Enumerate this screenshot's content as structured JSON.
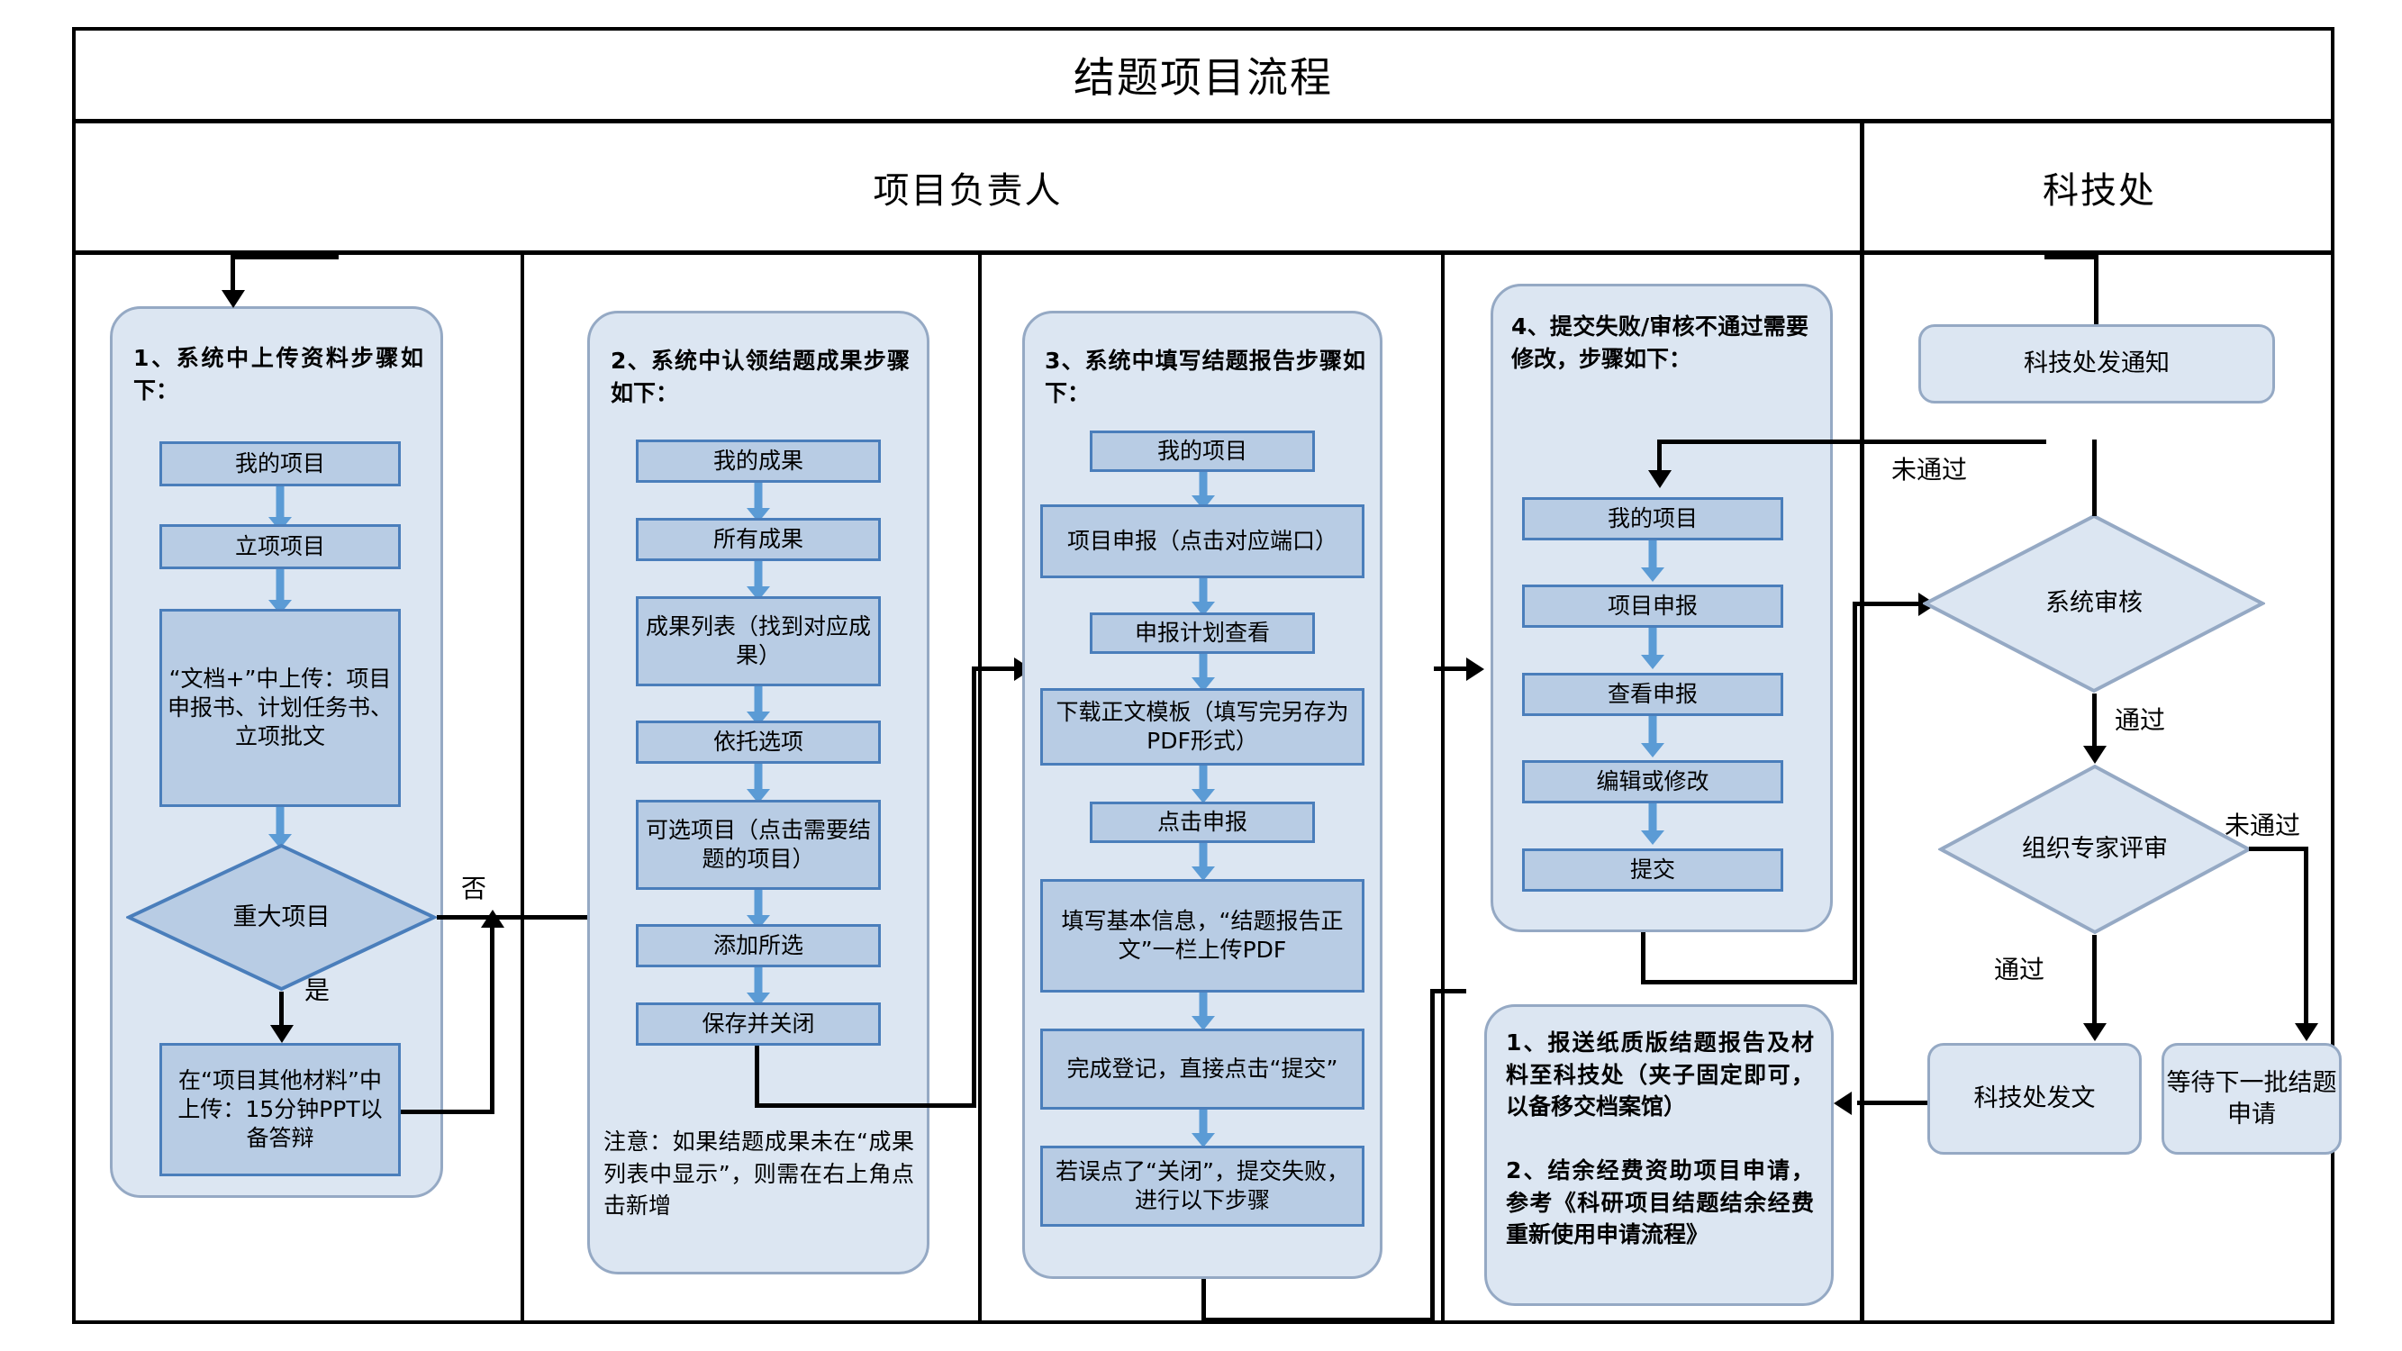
{
  "title": "结题项目流程",
  "lanes": [
    {
      "name": "项目负责人"
    },
    {
      "name": "科技处"
    }
  ],
  "columns": [
    {
      "id": "col1",
      "heading": "1、系统中上传资料步骤如下：",
      "steps": [
        {
          "label": "我的项目"
        },
        {
          "label": "立项项目"
        },
        {
          "label": "“文档+”中上传：项目申报书、计划任务书、立项批文"
        }
      ],
      "decision": {
        "label": "重大项目",
        "yes": "是",
        "no": "否"
      },
      "after_yes": {
        "label": "在“项目其他材料”中上传：15分钟PPT以备答辩"
      }
    },
    {
      "id": "col2",
      "heading": "2、系统中认领结题成果步骤如下：",
      "steps": [
        {
          "label": "我的成果"
        },
        {
          "label": "所有成果"
        },
        {
          "label": "成果列表（找到对应成果）"
        },
        {
          "label": "依托选项"
        },
        {
          "label": "可选项目（点击需要结题的项目）"
        },
        {
          "label": "添加所选"
        },
        {
          "label": "保存并关闭"
        }
      ],
      "note": "注意：如果结题成果未在“成果列表中显示”，则需在右上角点击新增"
    },
    {
      "id": "col3",
      "heading": "3、系统中填写结题报告步骤如下：",
      "steps": [
        {
          "label": "我的项目"
        },
        {
          "label": "项目申报（点击对应端口）"
        },
        {
          "label": "申报计划查看"
        },
        {
          "label": "下载正文模板（填写完另存为PDF形式）"
        },
        {
          "label": "点击申报"
        },
        {
          "label": "填写基本信息，“结题报告正文”一栏上传PDF"
        },
        {
          "label": "完成登记，直接点击“提交”"
        },
        {
          "label": "若误点了“关闭”，提交失败，进行以下步骤"
        }
      ]
    },
    {
      "id": "col4",
      "heading": "4、提交失败/审核不通过需要修改，步骤如下：",
      "steps": [
        {
          "label": "我的项目"
        },
        {
          "label": "项目申报"
        },
        {
          "label": "查看申报"
        },
        {
          "label": "编辑或修改"
        },
        {
          "label": "提交"
        }
      ],
      "footer_note": "1、报送纸质版结题报告及材料至科技处（夹子固定即可，以备移交档案馆）\n\n2、结余经费资助项目申请，参考《科研项目结题结余经费重新使用申请流程》"
    },
    {
      "id": "col5",
      "nodes": [
        {
          "type": "terminator",
          "label": "科技处发通知"
        },
        {
          "type": "decision",
          "label": "系统审核",
          "pass": "通过",
          "fail": "未通过"
        },
        {
          "type": "decision",
          "label": "组织专家评审",
          "pass": "通过",
          "fail": "未通过"
        },
        {
          "type": "terminator",
          "label": "科技处发文"
        },
        {
          "type": "terminator",
          "label": "等待下一批结题申请"
        }
      ]
    }
  ],
  "edge_labels": {
    "no": "否",
    "yes": "是",
    "pass": "通过",
    "fail": "未通过"
  },
  "colors": {
    "panel_fill": "#DCE6F2",
    "panel_border": "#95A9C4",
    "box_fill": "#B8CCE4",
    "box_border": "#4A7EBB",
    "arrow_blue": "#5B9BD5",
    "line_black": "#000000"
  }
}
